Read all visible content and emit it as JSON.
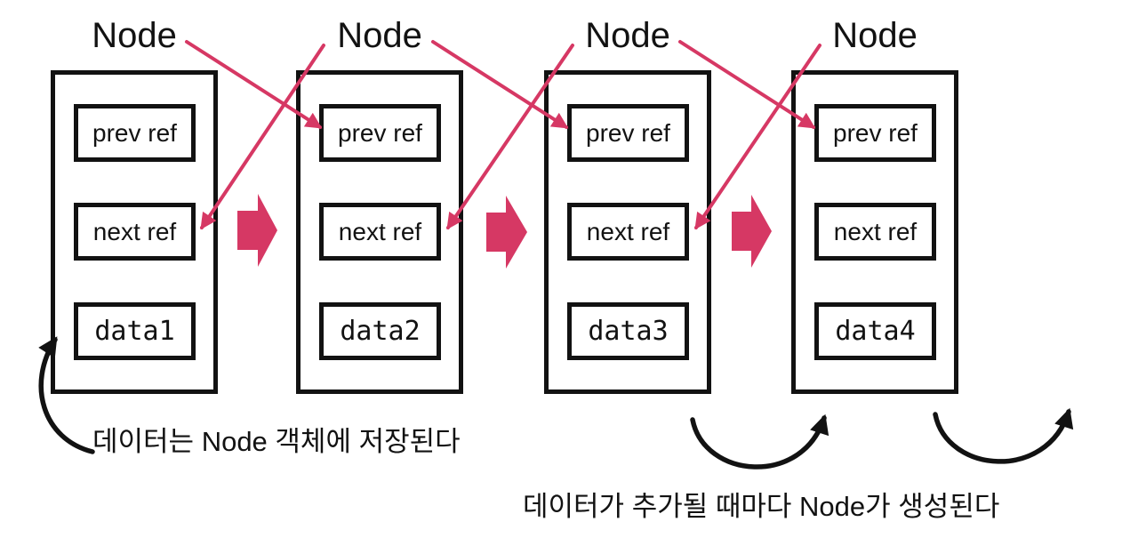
{
  "colors": {
    "accent": "#d63864",
    "ink": "#121212",
    "background": "#ffffff"
  },
  "diagram": {
    "title_hint": "doubly linked list nodes",
    "nodes": [
      {
        "title": "Node",
        "refs": [
          "prev ref",
          "next ref"
        ],
        "data": "data1"
      },
      {
        "title": "Node",
        "refs": [
          "prev ref",
          "next ref"
        ],
        "data": "data2"
      },
      {
        "title": "Node",
        "refs": [
          "prev ref",
          "next ref"
        ],
        "data": "data3"
      },
      {
        "title": "Node",
        "refs": [
          "prev ref",
          "next ref"
        ],
        "data": "data4"
      }
    ],
    "annotations": {
      "stored": "데이터는 Node 객체에 저장된다",
      "created": "데이터가 추가될 때마다 Node가 생성된다"
    },
    "arrows": {
      "flow_block_arrows": 3,
      "pink_reference_lines": [
        "node1-label to node2 prev ref",
        "node2-label to node1 next ref",
        "node2-label to node3 prev ref",
        "node3-label to node2 next ref",
        "node3-label to node4 prev ref",
        "node4-label to node3 next ref"
      ],
      "black_curved_arrows": [
        "annotation to data1 box",
        "below node3 to node4",
        "below node4 to right"
      ]
    }
  }
}
